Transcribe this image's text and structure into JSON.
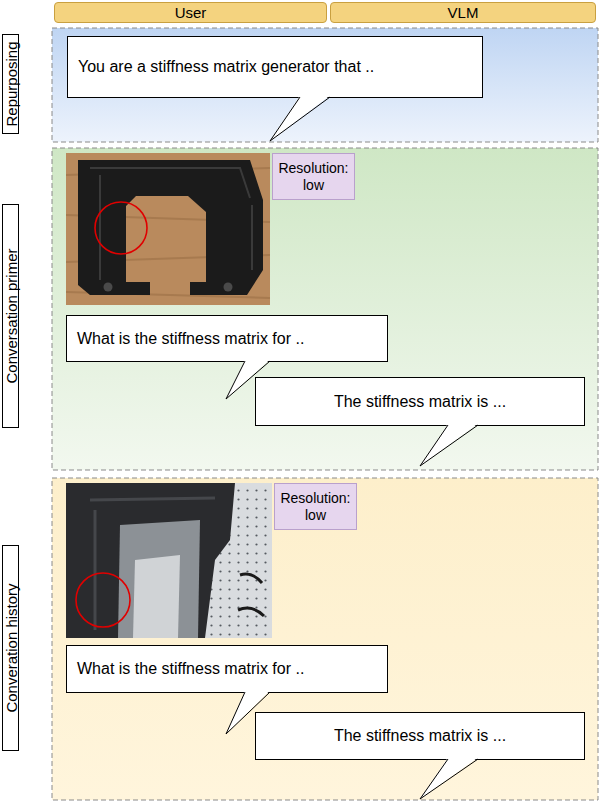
{
  "diagram": {
    "nodes": [
      {
        "text": [
          "User"
        ]
      },
      {
        "text": [
          "VLM"
        ]
      },
      {
        "text": [
          "Repurposing"
        ]
      },
      {
        "text": [
          "You are a stiffness matrix generator that .."
        ]
      },
      {
        "text": [
          "Conversation primer"
        ]
      },
      {
        "text": [
          "Resolution: low"
        ]
      },
      {
        "text": [
          "What is the stiffness matrix for .."
        ]
      },
      {
        "text": [
          "The stiffness matrix is ..."
        ]
      },
      {
        "text": [
          "Converation history"
        ]
      },
      {
        "text": [
          "Resolution: low"
        ]
      },
      {
        "text": [
          "What is the stiffness matrix for .."
        ]
      },
      {
        "text": [
          "The stiffness matrix is ..."
        ]
      }
    ]
  }
}
